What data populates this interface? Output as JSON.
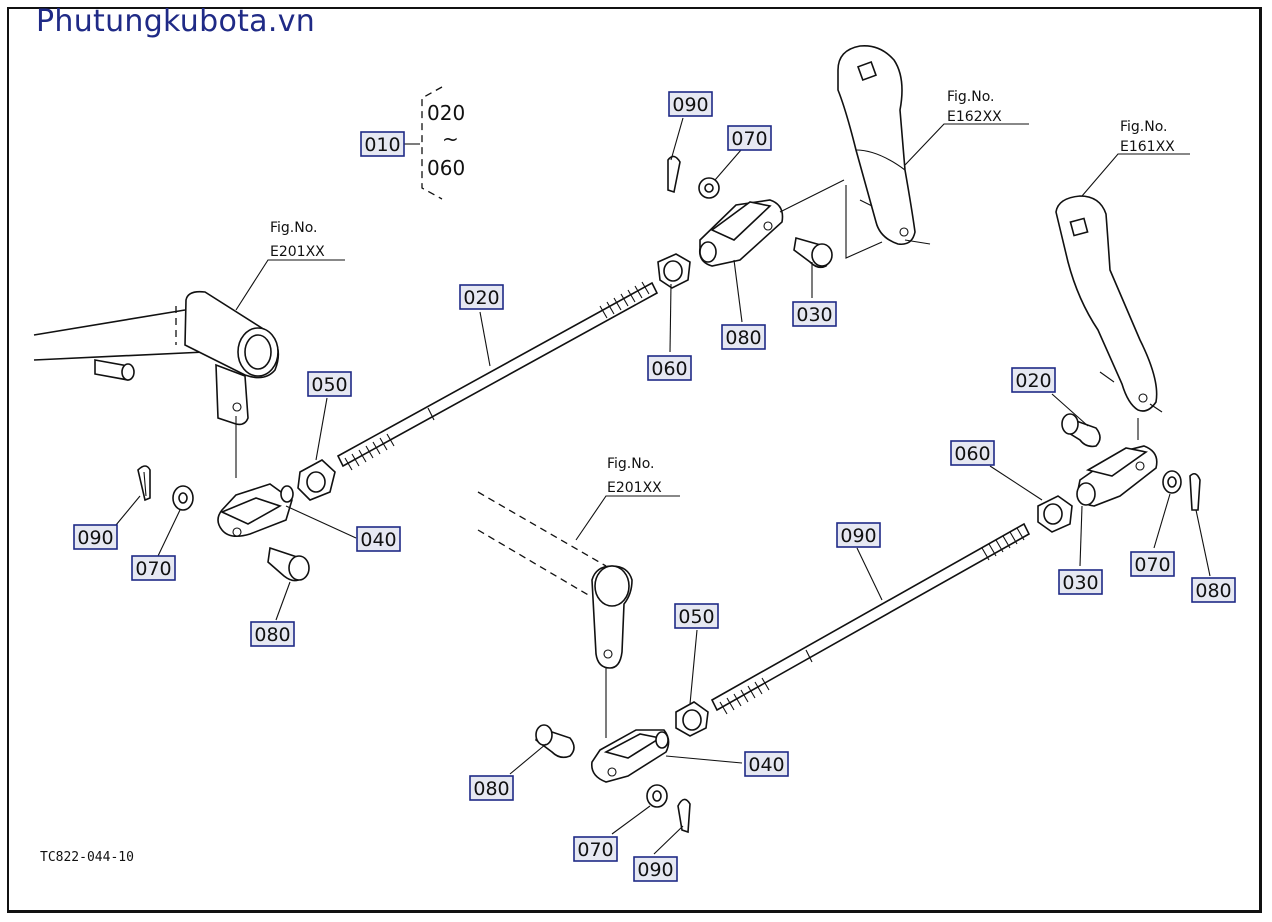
{
  "header": {
    "site_title": "Phutungkubota.vn"
  },
  "diagram": {
    "drawing_code": "TC822-044-10"
  },
  "group": {
    "parent": "010",
    "range_start": "020",
    "range_mark": "~",
    "range_end": "060"
  },
  "fig_refs": [
    {
      "line1": "Fig.No.",
      "line2": "E162XX"
    },
    {
      "line1": "Fig.No.",
      "line2": "E161XX"
    },
    {
      "line1": "Fig.No.",
      "line2": "E201XX"
    },
    {
      "line1": "Fig.No.",
      "line2": "E201XX"
    }
  ],
  "labels": [
    "090",
    "070",
    "080",
    "030",
    "060",
    "020",
    "050",
    "040",
    "090",
    "070",
    "080",
    "020",
    "030",
    "060",
    "080",
    "070",
    "090",
    "050",
    "040",
    "080",
    "070",
    "090"
  ],
  "colors": {
    "title": "#1f2a86",
    "label_box_fill": "#e6e8f2",
    "label_box_border": "#1f2a86",
    "line_art": "#111111"
  }
}
